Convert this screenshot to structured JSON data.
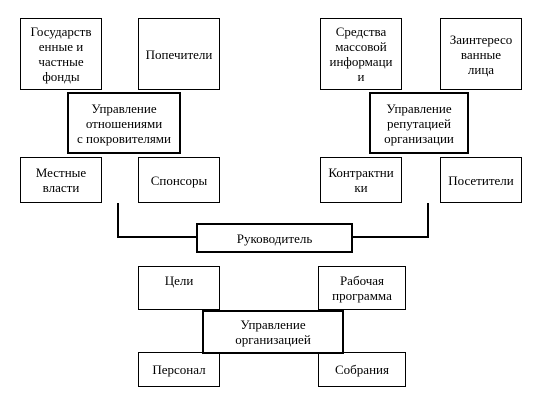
{
  "boxes": {
    "gos_fondy": "Государств\nенные и\nчастные\nфонды",
    "popechiteli": "Попечители",
    "upr_pokroviteli": "Управление\nотношениями\nс покровителями",
    "mestnye_vlasti": "Местные\nвласти",
    "sponsory": "Спонсоры",
    "smi": "Средства\nмассовой\nинформаци\nи",
    "zainteresovannye": "Заинтересо\nванные\nлица",
    "upr_reputaciya": "Управление\nрепутацией\nорганизации",
    "kontraktniki": "Контрактни\nки",
    "posetiteli": "Посетители",
    "rukovoditel": "Руководитель",
    "celi": "Цели",
    "rabochaya_programma": "Рабочая\nпрограмма",
    "upr_organizaciya": "Управление\nорганизацией",
    "personal": "Персонал",
    "sobraniya": "Собрания"
  }
}
